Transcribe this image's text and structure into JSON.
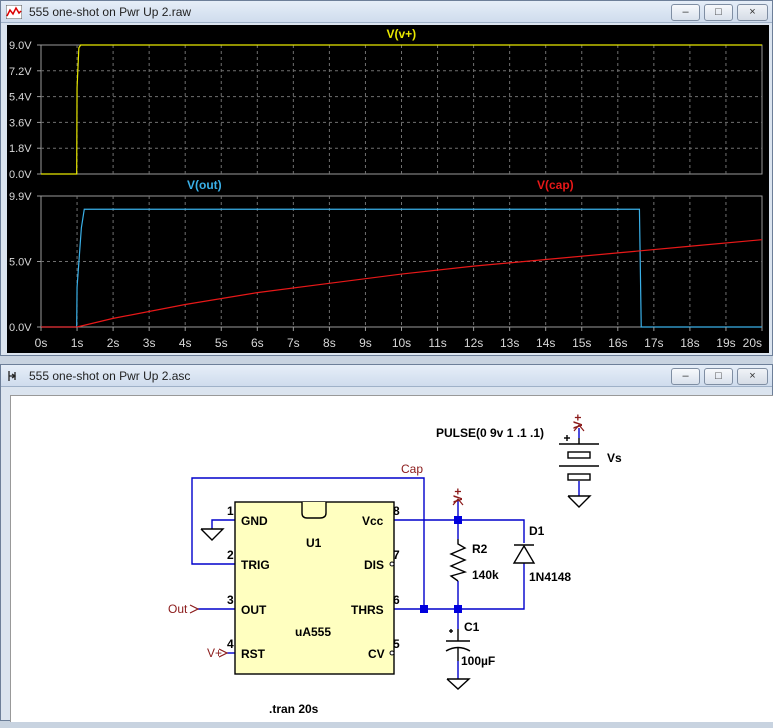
{
  "waveform_window": {
    "title": "555 one-shot on Pwr Up 2.raw",
    "icon": "waveform-icon"
  },
  "schematic_window": {
    "title": "555 one-shot on Pwr Up 2.asc",
    "icon": "schematic-icon"
  },
  "window_controls": {
    "minimize": "–",
    "maximize": "□",
    "close": "×"
  },
  "colors": {
    "vplus": "#e8e800",
    "vout": "#3ab0e8",
    "vcap": "#e81818",
    "grid": "#707070",
    "axis_text": "#d8d8d8"
  },
  "chart_data": [
    {
      "type": "line",
      "title": "",
      "xlabel": "",
      "ylabel": "",
      "xlim": [
        0,
        20
      ],
      "ylim": [
        0,
        9
      ],
      "grid": true,
      "y_ticks": [
        "9.0V",
        "7.2V",
        "5.4V",
        "3.6V",
        "1.8V",
        "0.0V"
      ],
      "series": [
        {
          "name": "V(v+)",
          "color": "#e8e800",
          "x": [
            0,
            0.99,
            1.0,
            1.05,
            1.1,
            20
          ],
          "y": [
            0,
            0,
            6,
            8.8,
            9,
            9
          ]
        }
      ]
    },
    {
      "type": "line",
      "title": "",
      "xlabel": "",
      "ylabel": "",
      "xlim": [
        0,
        20
      ],
      "ylim": [
        0,
        9.9
      ],
      "grid": true,
      "y_ticks": [
        "9.9V",
        "5.0V",
        "0.0V"
      ],
      "x_ticks": [
        "0s",
        "1s",
        "2s",
        "3s",
        "4s",
        "5s",
        "6s",
        "7s",
        "8s",
        "9s",
        "10s",
        "11s",
        "12s",
        "13s",
        "14s",
        "15s",
        "16s",
        "17s",
        "18s",
        "19s",
        "20s"
      ],
      "series": [
        {
          "name": "V(out)",
          "color": "#3ab0e8",
          "x": [
            0,
            0.99,
            1.0,
            1.12,
            1.2,
            16.6,
            16.65,
            20
          ],
          "y": [
            0,
            0,
            3,
            7.5,
            8.9,
            8.9,
            0,
            0
          ]
        },
        {
          "name": "V(cap)",
          "color": "#e81818",
          "x": [
            0,
            1,
            2,
            4,
            6,
            8,
            10,
            12,
            14,
            16,
            18,
            20
          ],
          "y": [
            0,
            0,
            0.65,
            1.7,
            2.6,
            3.3,
            4.0,
            4.6,
            5.1,
            5.6,
            6.1,
            6.6
          ]
        }
      ]
    }
  ],
  "schematic": {
    "source_params": "PULSE(0 9v 1 .1 .1)",
    "source_name": "Vs",
    "vplus_label": "V+",
    "ic": {
      "ref": "U1",
      "part": "uA555",
      "pins": {
        "gnd": "GND",
        "trig": "TRIG",
        "out": "OUT",
        "rst": "RST",
        "vcc": "Vcc",
        "dis": "DIS",
        "thrs": "THRS",
        "cv": "CV"
      },
      "pin_numbers": [
        "1",
        "2",
        "3",
        "4",
        "8",
        "7",
        "6",
        "5"
      ]
    },
    "r2": {
      "ref": "R2",
      "value": "140k"
    },
    "c1": {
      "ref": "C1",
      "value": "100µF"
    },
    "d1": {
      "ref": "D1",
      "value": "1N4148"
    },
    "net_cap": "Cap",
    "net_out": "Out",
    "net_vplus": "V+",
    "directive": ".tran 20s"
  }
}
